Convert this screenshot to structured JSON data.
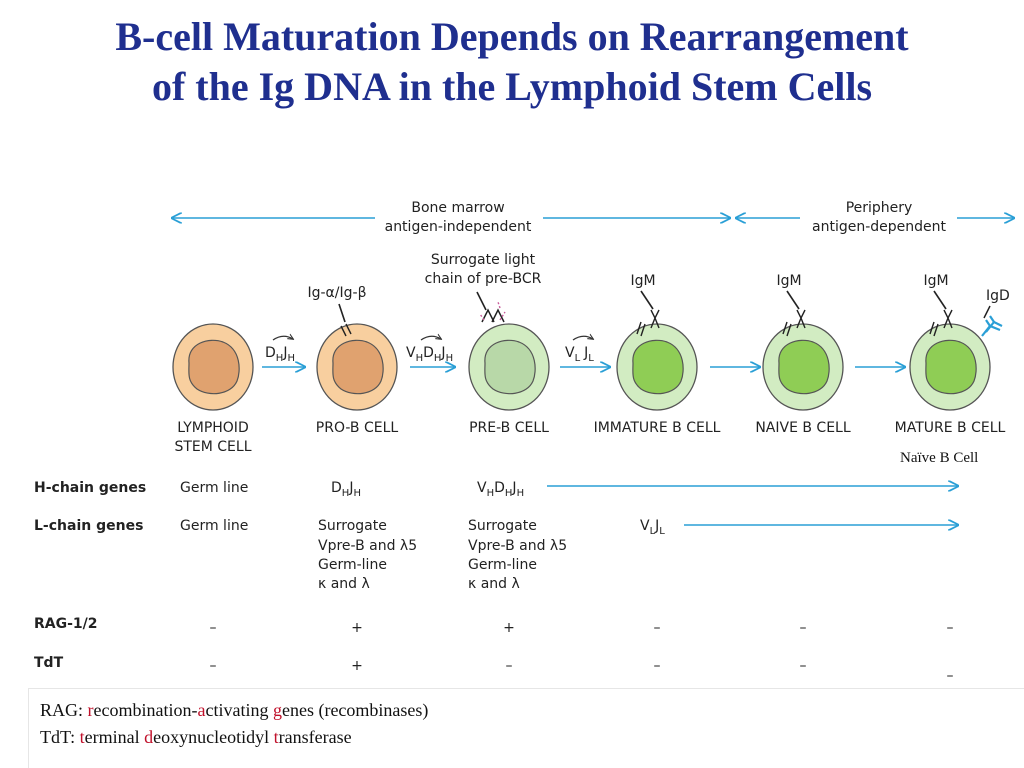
{
  "title": {
    "line1": "B-cell Maturation Depends on Rearrangement",
    "line2": "of the Ig DNA in the Lymphoid Stem Cells"
  },
  "phases": {
    "bone_marrow": [
      "Bone marrow",
      "antigen-independent"
    ],
    "periphery": [
      "Periphery",
      "antigen-dependent"
    ]
  },
  "cells": [
    {
      "name": [
        "LYMPHOID",
        "STEM CELL"
      ],
      "colors": {
        "outer": "#f8cf9f",
        "inner": "#e0a26f"
      }
    },
    {
      "name": [
        "PRO-B CELL"
      ],
      "colors": {
        "outer": "#f8cf9f",
        "inner": "#e0a26f"
      }
    },
    {
      "name": [
        "PRE-B CELL"
      ],
      "colors": {
        "outer": "#d2ecc2",
        "inner": "#b8d8a8"
      }
    },
    {
      "name": [
        "IMMATURE B CELL"
      ],
      "colors": {
        "outer": "#d2ecc2",
        "inner": "#8fcd55"
      }
    },
    {
      "name": [
        "NAIVE B CELL"
      ],
      "colors": {
        "outer": "#d2ecc2",
        "inner": "#8fcd55"
      }
    },
    {
      "name": [
        "MATURE B CELL"
      ],
      "colors": {
        "outer": "#d2ecc2",
        "inner": "#8fcd55"
      }
    }
  ],
  "markers": {
    "ig_alpha_beta": "Ig-α/Ig-β",
    "surrogate": [
      "Surrogate light",
      "chain of pre-BCR"
    ],
    "igm": "IgM",
    "igd": "IgD"
  },
  "rearrangements": {
    "step1": {
      "a": "D",
      "a_sub": "H",
      "b": "J",
      "b_sub": "H"
    },
    "step2": {
      "a": "V",
      "a_sub": "H",
      "b": "D",
      "b_sub": "H",
      "c": "J",
      "c_sub": "H"
    },
    "step3": {
      "a": "V",
      "a_sub": "L",
      "b": "J",
      "b_sub": "L"
    }
  },
  "naive_note": "Naïve B Cell",
  "table": {
    "h_chain": {
      "label": "H-chain genes",
      "cells": [
        {
          "text": "Germ line"
        },
        {
          "a": "D",
          "a_sub": "H",
          "b": "J",
          "b_sub": "H"
        },
        {
          "a": "V",
          "a_sub": "H",
          "b": "D",
          "b_sub": "H",
          "c": "J",
          "c_sub": "H"
        }
      ]
    },
    "l_chain": {
      "label": "L-chain genes",
      "germ": "Germ line",
      "pro_b": [
        "Surrogate",
        "Vpre-B and λ5",
        "Germ-line",
        "κ and λ"
      ],
      "pre_b": [
        "Surrogate",
        "Vpre-B and λ5",
        "Germ-line",
        "κ and λ"
      ],
      "vj": {
        "a": "V",
        "a_sub": "L",
        "b": "J",
        "b_sub": "L"
      }
    },
    "rag": {
      "label": "RAG-1/2",
      "values": [
        "–",
        "+",
        "+",
        "–",
        "–",
        "–"
      ]
    },
    "tdt": {
      "label": "TdT",
      "values": [
        "–",
        "+",
        "–",
        "–",
        "–",
        "–"
      ]
    }
  },
  "definitions": {
    "rag": {
      "prefix": "RAG: ",
      "r": "r",
      "r_rest": "ecombination-",
      "a": "a",
      "a_rest": "ctivating ",
      "g": "g",
      "g_rest": "enes (recombinases)"
    },
    "tdt": {
      "prefix": "TdT: ",
      "t": "t",
      "t_rest": "erminal ",
      "d": "d",
      "d_rest": "eoxynucleotidyl ",
      "t2": "t",
      "t2_rest": "ransferase"
    }
  },
  "colors": {
    "title": "#1f2f8f",
    "arrow": "#2a9fd6",
    "highlight": "#c0102a",
    "cell_edge": "#555555",
    "igd": "#2a9fd6"
  }
}
